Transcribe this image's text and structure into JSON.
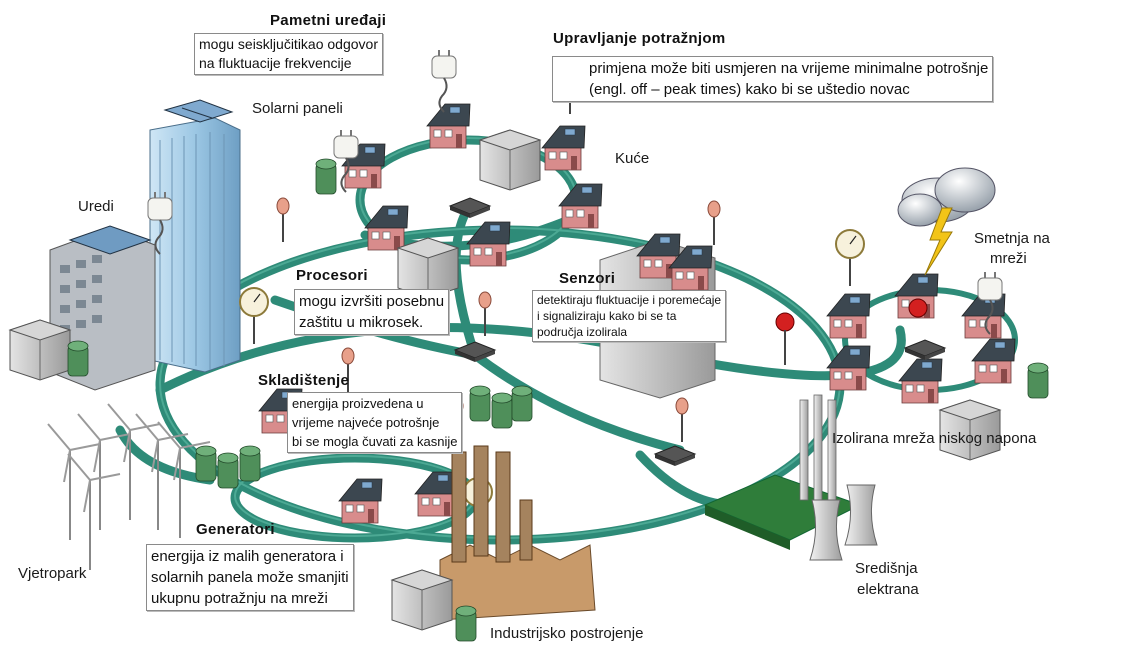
{
  "labels": {
    "pametni_title": "Pametni uređaji",
    "pametni_desc": [
      "mogu seisključitikao odgovor",
      "na fluktuacije frekvencije"
    ],
    "upravljanje_title": "Upravljanje potražnjom",
    "upravljanje_desc": [
      "primjena može biti usmjeren na vrijeme minimalne potrošnje",
      "(engl. off – peak times) kako bi se uštedio novac"
    ],
    "solarni": "Solarni paneli",
    "kuce": "Kuće",
    "uredi": "Uredi",
    "smetnja_1": "Smetnja na",
    "smetnja_2": "mreži",
    "procesori_title": "Procesori",
    "procesori_desc": [
      "mogu izvršiti posebnu",
      "zaštitu u mikrosek."
    ],
    "senzori_title": "Senzori",
    "senzori_desc": [
      "detektiraju fluktuacije i poremećaje",
      "i signaliziraju kako bi se ta",
      "područja izolirala"
    ],
    "skladistenje_title": "Skladištenje",
    "skladistenje_desc": [
      "energija proizvedena u",
      "vrijeme najveće potrošnje",
      "bi se mogla čuvati za kasnije"
    ],
    "izolirana": "Izolirana mreža niskog napona",
    "generatori_title": "Generatori",
    "generatori_desc": [
      "energija iz malih generatora i",
      "solarnih panela može smanjiti",
      "ukupnu potražnju na mreži"
    ],
    "vjetropark": "Vjetropark",
    "sredisnja_1": "Središnja",
    "sredisnja_2": "elektrana",
    "industrijsko": "Industrijsko postrojenje"
  },
  "colors": {
    "grid_line": "#2e8b78",
    "house_wall": "#d88c8c",
    "house_roof": "#3c4750",
    "tank": "#4f8f5a"
  }
}
